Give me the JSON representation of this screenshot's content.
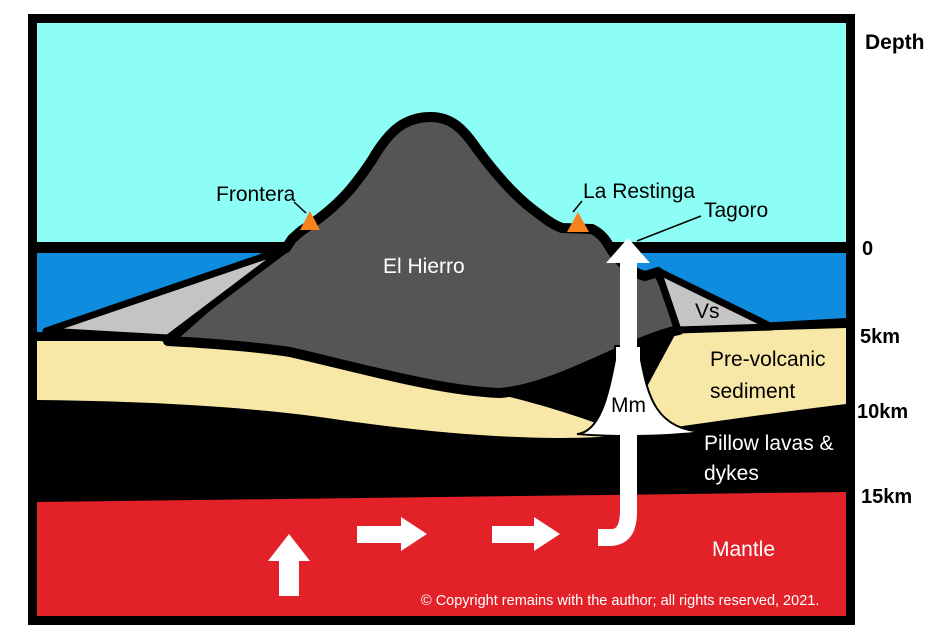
{
  "diagram": {
    "labels": {
      "frontera": "Frontera",
      "la_restinga": "La Restinga",
      "tagoro": "Tagoro",
      "el_hierro": "El Hierro",
      "vs": "Vs",
      "mm": "Mm",
      "pre_volcanic_line1": "Pre-volcanic",
      "pre_volcanic_line2": "sediment",
      "pillow_line1": "Pillow lavas &",
      "pillow_line2": "dykes",
      "mantle": "Mantle"
    },
    "depth_axis": {
      "title": "Depth",
      "ticks": [
        "0",
        "5km",
        "10km",
        "15km"
      ]
    },
    "copyright": "© Copyright remains with the author; all rights reserved, 2021.",
    "icons": {
      "volcano_triangles": "volcano-icon",
      "flow_arrows": "mantle-flow-arrow",
      "conduit": "magma-conduit-arrow"
    },
    "colors": {
      "sky": "#8DFEF6",
      "ocean": "#0F8CDE",
      "island": "#555555",
      "apron": "#C4C4C4",
      "sediment": "#F8E8A8",
      "pillow": "#000000",
      "mantle": "#E22128",
      "volcano": "#F5821F",
      "conduit_white": "#FFFFFF",
      "frame": "#000000"
    }
  }
}
